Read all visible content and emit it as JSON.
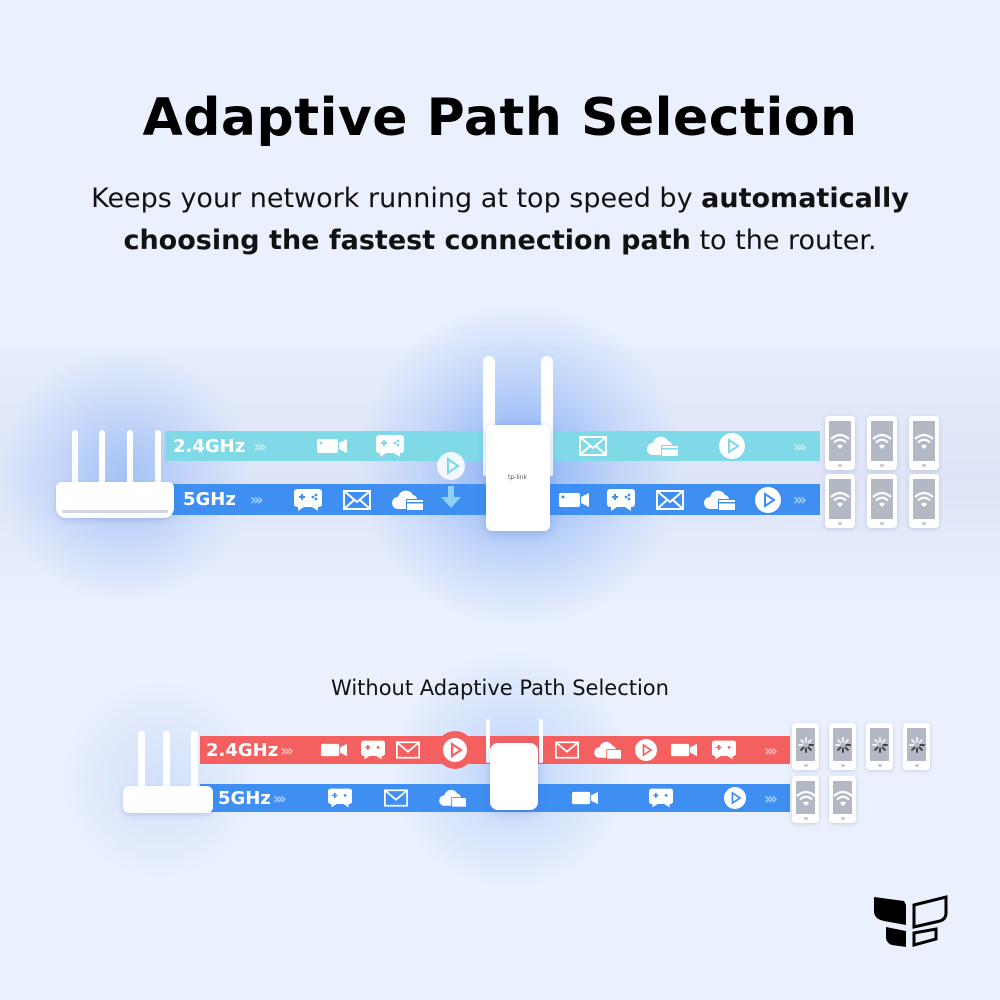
{
  "header": {
    "title": "Adaptive Path Selection",
    "subtitle_line1_regular": "Keeps your network running at top speed by",
    "subtitle_line1_bold": "automatically",
    "subtitle_line2_bold": "choosing the fastest connection path",
    "subtitle_line2_regular": "to the router."
  },
  "with_aps": {
    "band_24": {
      "label": "2.4GHz",
      "chevrons": "›››",
      "color": "#7fd9e6",
      "icons_before_extender": [
        "video-camera-icon",
        "gamepad-icon"
      ],
      "icons_after_extender": [
        "mail-icon",
        "cloud-folder-icon",
        "play-icon"
      ]
    },
    "band_5": {
      "label": "5GHz",
      "chevrons": "›››",
      "color": "#3f8ff3",
      "icons_before_extender": [
        "gamepad-icon",
        "mail-icon",
        "cloud-folder-icon"
      ],
      "icons_after_extender": [
        "video-camera-icon",
        "gamepad-icon",
        "mail-icon",
        "cloud-folder-icon",
        "play-icon"
      ]
    },
    "switch_indicator": "play-icon moving from 2.4GHz to 5GHz (arrow-down-icon)",
    "devices": {
      "rows": 2,
      "per_row": 3,
      "status": "wifi-connected"
    }
  },
  "without_aps": {
    "caption": "Without Adaptive Path Selection",
    "band_24": {
      "label": "2.4GHz",
      "chevrons": "›››",
      "color": "#f46060",
      "icons_before_extender": [
        "video-camera-icon",
        "gamepad-icon",
        "mail-icon",
        "play-icon"
      ],
      "icons_after_extender": [
        "mail-icon",
        "cloud-folder-icon",
        "play-icon",
        "video-camera-icon",
        "gamepad-icon"
      ],
      "devices": {
        "count": 4,
        "status": "loading"
      }
    },
    "band_5": {
      "label": "5GHz",
      "chevrons": "›››",
      "color": "#3f8ff3",
      "icons_before_extender": [
        "gamepad-icon",
        "mail-icon",
        "cloud-folder-icon"
      ],
      "icons_after_extender": [
        "video-camera-icon",
        "gamepad-icon",
        "play-icon"
      ],
      "devices": {
        "count": 2,
        "status": "wifi-connected"
      }
    }
  },
  "brand": {
    "logo": "book-logo-icon"
  }
}
